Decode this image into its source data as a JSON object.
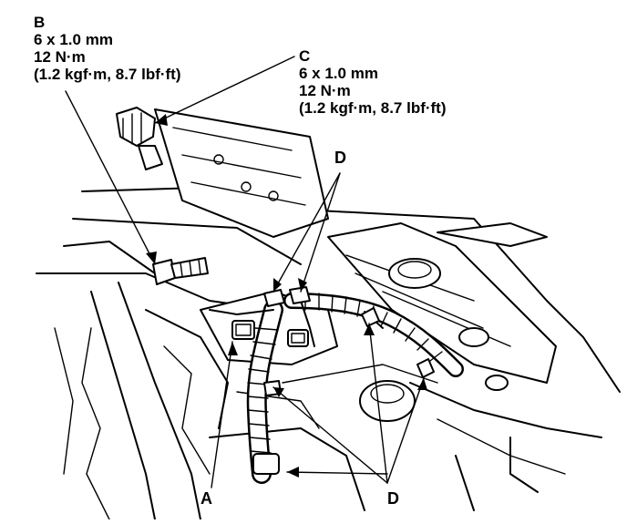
{
  "callouts": {
    "b": {
      "letter": "B",
      "size": "6 x 1.0 mm",
      "torque": "12 N·m",
      "torque_alt": "(1.2 kgf·m, 8.7 lbf·ft)"
    },
    "c": {
      "letter": "C",
      "size": "6 x 1.0 mm",
      "torque": "12 N·m",
      "torque_alt": "(1.2 kgf·m, 8.7 lbf·ft)"
    },
    "d_top": {
      "letter": "D"
    },
    "a": {
      "letter": "A"
    },
    "d_bottom": {
      "letter": "D"
    }
  }
}
